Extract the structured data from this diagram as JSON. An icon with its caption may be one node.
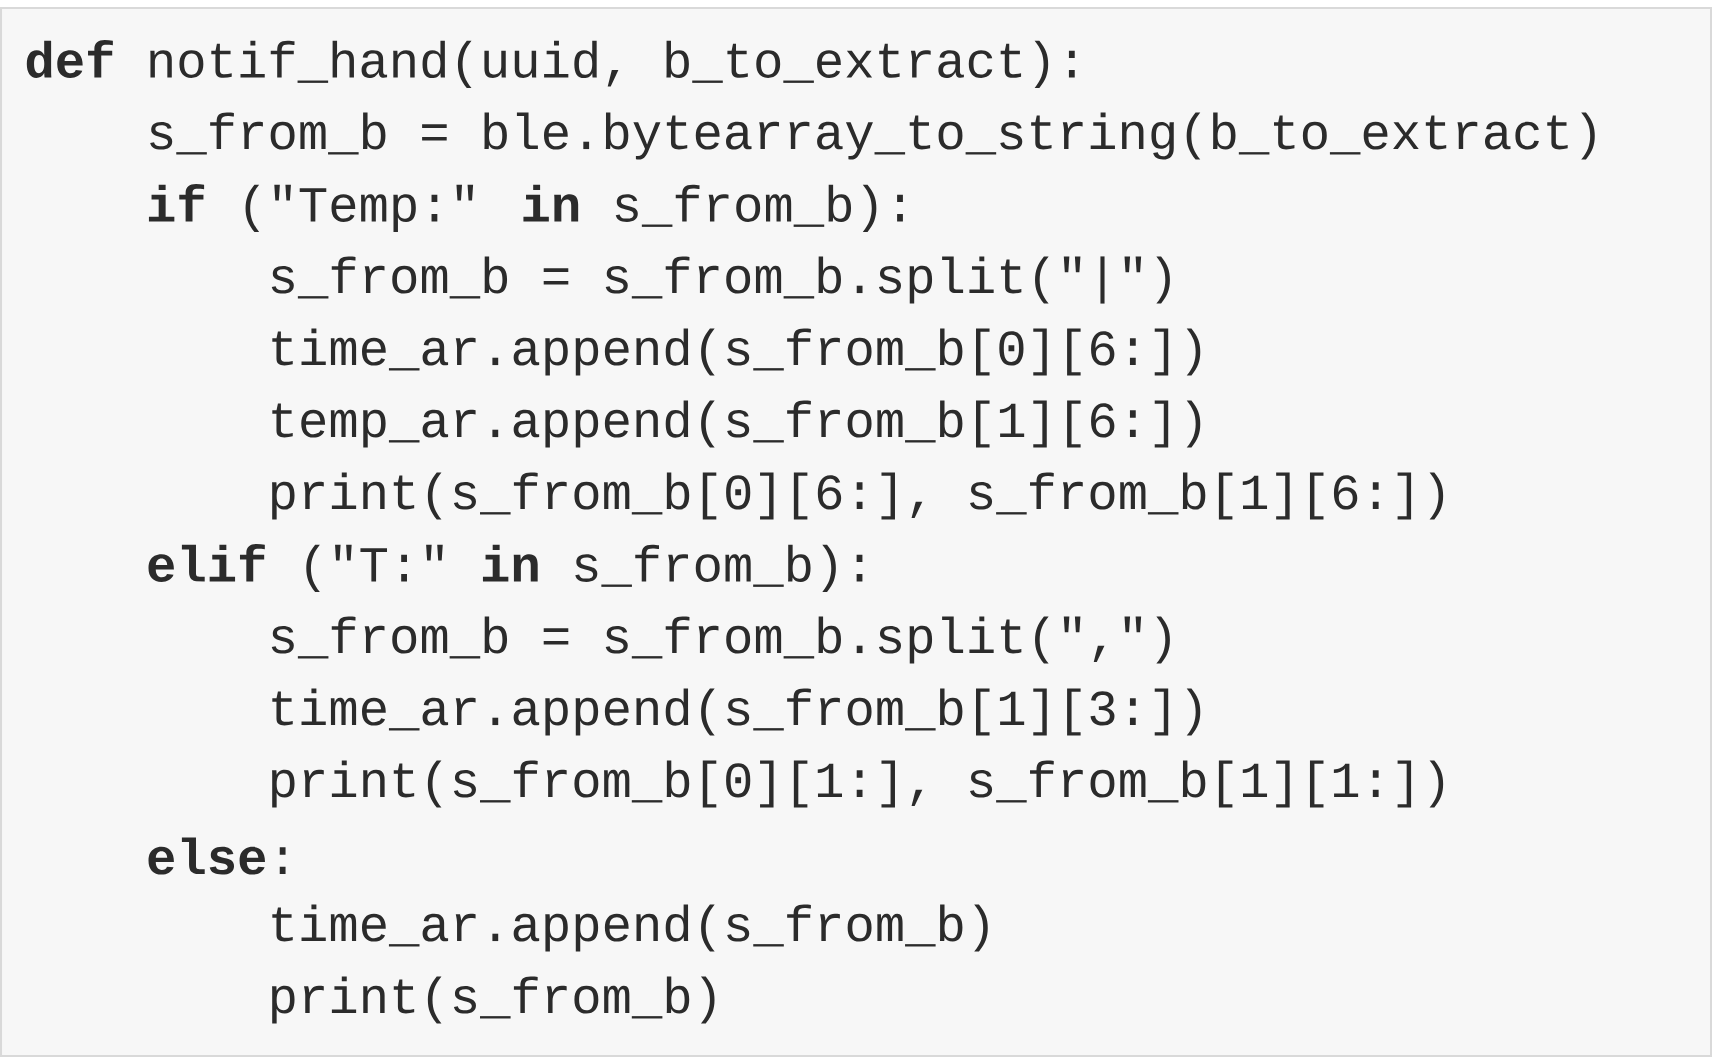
{
  "diagram": {
    "labels": [
      "**def** notif_hand(uuid, b_to_extract):",
      "s_from_b = ble.bytearray_to_string(b_to_extract)",
      "**if** (\"Temp:\" **in** s_from_b):",
      "s_from_b = s_from_b.split(\"|\")",
      "time_ar.append(s_from_b[0][6:])",
      "temp_ar.append(s_from_b[1][6:])",
      "print(s_from_b[0][6:], s_from_b[1][6:])",
      "**elif** (\"T:\" **in** s_from_b):",
      "s_from_b = s_from_b.split(\",\")",
      "time_ar.append(s_from_b[1][3:])",
      "print(s_from_b[0][1:], s_from_b[1][1:])",
      "**else**:",
      "time_ar.append(s_from_b)",
      "print(s_from_b)"
    ]
  }
}
